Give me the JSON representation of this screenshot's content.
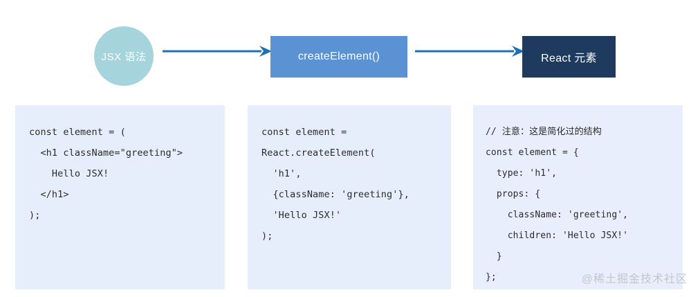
{
  "flow": {
    "nodes": [
      {
        "id": "jsx-syntax",
        "label": "JSX 语法",
        "shape": "circle",
        "color": "#a6d4dc"
      },
      {
        "id": "create-element",
        "label": "createElement()",
        "shape": "rectangle",
        "color": "#5b92d4"
      },
      {
        "id": "react-element",
        "label": "React 元素",
        "shape": "rectangle",
        "color": "#1e3a5f"
      }
    ],
    "arrows": [
      {
        "id": "arrow-1",
        "from": "jsx-syntax",
        "to": "create-element",
        "color": "#1f6fb4"
      },
      {
        "id": "arrow-2",
        "from": "create-element",
        "to": "react-element",
        "color": "#1f6fb4"
      }
    ]
  },
  "panels": [
    {
      "id": "jsx",
      "background": "#e6edfb",
      "lines": [
        "const element = (",
        "  <h1 className=\"greeting\">",
        "    Hello JSX!",
        "  </h1>",
        ");"
      ]
    },
    {
      "id": "create",
      "background": "#e6edfb",
      "lines": [
        "const element =",
        "React.createElement(",
        "  'h1',",
        "  {className: 'greeting'},",
        "  'Hello JSX!'",
        ");"
      ]
    },
    {
      "id": "element",
      "background": "#e8eefb",
      "lines": [
        "// 注意：这是简化过的结构",
        "const element = {",
        "  type: 'h1',",
        "  props: {",
        "    className: 'greeting',",
        "    children: 'Hello JSX!'",
        "  }",
        "};"
      ]
    }
  ],
  "watermark": "@稀土掘金技术社区"
}
